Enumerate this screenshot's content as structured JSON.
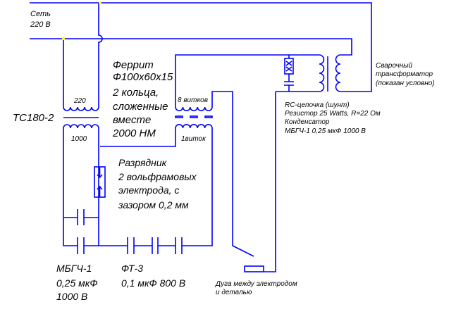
{
  "colors": {
    "wire": "#0000ff",
    "junction": "#ffff00",
    "text": "#000000"
  },
  "labels": {
    "mains": [
      "Сеть",
      "220 В"
    ],
    "transformer_name": "ТС180-2",
    "primary_turns": "220",
    "secondary_turns": "1000",
    "ferrite": [
      "Феррит",
      "Ф100х60х15",
      "2 кольца,",
      "сложенные",
      "вместе",
      "2000 НМ"
    ],
    "coil_8": "8 витков",
    "coil_1": "1виток",
    "spark_gap": [
      "Разрядник",
      "2 вольфрамовых",
      "электрода, с",
      "зазором 0,2 мм"
    ],
    "cap1": [
      "МБГЧ-1",
      "0,25 мкФ",
      "1000 В"
    ],
    "cap2": [
      "ФТ-3",
      "0,1 мкФ 800 В"
    ],
    "arc": [
      "Дуга между электродом",
      "и деталью"
    ],
    "rc": [
      "RC-цепочка (шунт)",
      "Резистор 25 Watts, R=22 Ом",
      "Конденсатор",
      "МБГЧ-1 0,25 мкФ 1000 В"
    ],
    "welding_transformer": [
      "Сварочный",
      "трансформатор",
      "(показан условно)"
    ]
  }
}
